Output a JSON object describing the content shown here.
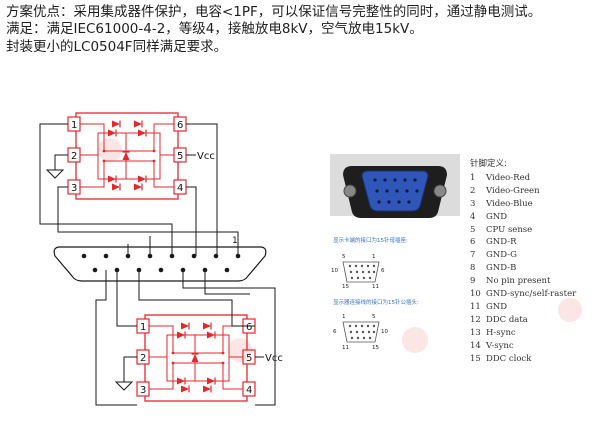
{
  "header": {
    "line1": "方案优点：采用集成器件保护，电容<1PF，可以保证信号完整性的同时，通过静电测试。",
    "line2": "满足：满足IEC61000-4-2，等级4，接触放电8kV，空气放电15kV。",
    "line3": "封装更小的LC0504F同样满足要求。"
  },
  "schematic": {
    "top_chip": {
      "pins": [
        "1",
        "2",
        "3",
        "4",
        "5",
        "6"
      ],
      "vcc_label": "Vcc"
    },
    "bottom_chip": {
      "pins": [
        "1",
        "2",
        "3",
        "4",
        "5",
        "6"
      ],
      "vcc_label": "Vcc"
    },
    "connector_pin_label": "1"
  },
  "vga_panel": {
    "female_caption": "显示卡端的接口为15针母插座:",
    "male_caption": "显示器连接线的接口为15针公插头:",
    "female_labels": {
      "p5": "5",
      "p1": "1",
      "p10": "10",
      "p6": "6",
      "p15": "15",
      "p11": "11"
    },
    "male_labels": {
      "p1": "1",
      "p5": "5",
      "p6": "6",
      "p10": "10",
      "p11": "11",
      "p15": "15"
    },
    "pin_title": "针脚定义:",
    "pins": [
      {
        "num": "1",
        "name": "Video-Red"
      },
      {
        "num": "2",
        "name": "Video-Green"
      },
      {
        "num": "3",
        "name": "Video-Blue"
      },
      {
        "num": "4",
        "name": "GND"
      },
      {
        "num": "5",
        "name": "CPU sense"
      },
      {
        "num": "6",
        "name": "GND-R"
      },
      {
        "num": "7",
        "name": "GND-G"
      },
      {
        "num": "8",
        "name": "GND-B"
      },
      {
        "num": "9",
        "name": "No pin present"
      },
      {
        "num": "10",
        "name": "GND-sync/self-raster"
      },
      {
        "num": "11",
        "name": "GND"
      },
      {
        "num": "12",
        "name": "DDC data"
      },
      {
        "num": "13",
        "name": "H-sync"
      },
      {
        "num": "14",
        "name": "V-sync"
      },
      {
        "num": "15",
        "name": "DDC clock"
      }
    ]
  },
  "colors": {
    "chip_red": "#e8262b",
    "wire": "#1a1a1a",
    "vga_blue": "#2f56b8",
    "caption_blue": "#3a6fc4"
  }
}
